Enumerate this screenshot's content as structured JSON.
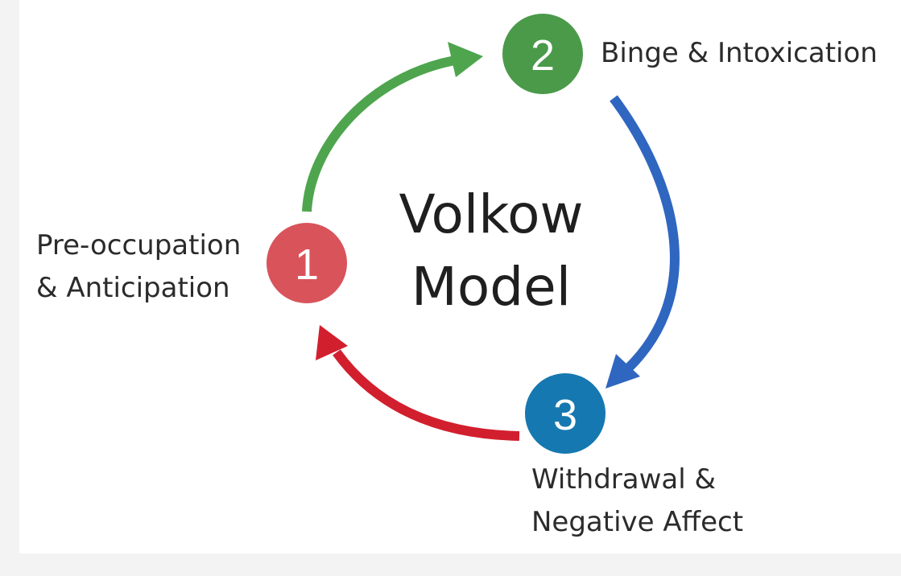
{
  "title": {
    "line1": "Volkow",
    "line2": "Model"
  },
  "stages": [
    {
      "number": "1",
      "label_line1": "Pre-occupation",
      "label_line2": "& Anticipation",
      "color": "#d9535b"
    },
    {
      "number": "2",
      "label_line1": "Binge & Intoxication",
      "label_line2": "",
      "color": "#4a9a4a"
    },
    {
      "number": "3",
      "label_line1": "Withdrawal &",
      "label_line2": "Negative Affect",
      "color": "#1678b0"
    }
  ],
  "arrows": [
    {
      "from": "1",
      "to": "2",
      "color": "#4ea54e"
    },
    {
      "from": "2",
      "to": "3",
      "color": "#2f66c0"
    },
    {
      "from": "3",
      "to": "1",
      "color": "#d21f2e"
    }
  ]
}
